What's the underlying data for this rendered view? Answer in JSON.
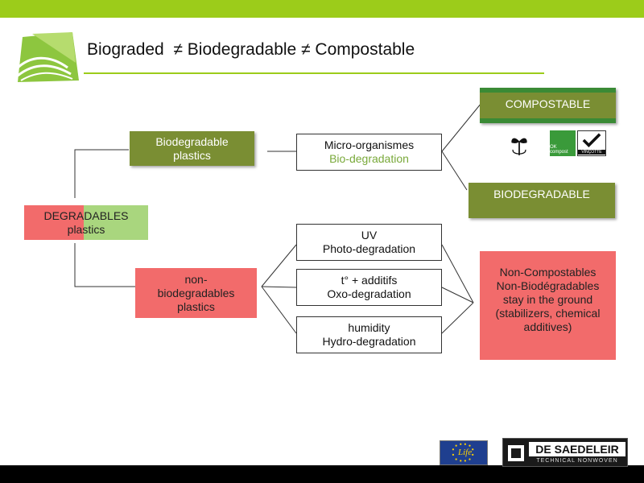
{
  "header": {
    "title": "Biograded  ≠ Biodegradable ≠ Compostable"
  },
  "nodes": {
    "degradables": {
      "line1": "DEGRADABLES",
      "line2": "plastics"
    },
    "biodegradable_plastics": {
      "line1": "Biodegradable",
      "line2": "plastics"
    },
    "non_biodegradables": {
      "line1": "non-",
      "line2": "biodegradables",
      "line3": "plastics"
    },
    "micro_organismes": {
      "line1": "Micro-organismes",
      "line2": "Bio-degradation"
    },
    "uv": {
      "line1": "UV",
      "line2": "Photo-degradation"
    },
    "oxo": {
      "line1": "t° + additifs",
      "line2": "Oxo-degradation"
    },
    "hydro": {
      "line1": "humidity",
      "line2": "Hydro-degradation"
    },
    "compostable": {
      "label": "COMPOSTABLE"
    },
    "biodegradable": {
      "label": "BIODEGRADABLE"
    },
    "non_compostables": {
      "line1": "Non-Compostables",
      "line2": "Non-Biodégradables",
      "line3": "stay in the ground",
      "line4": "(stabilizers, chemical",
      "line5": "additives)"
    }
  },
  "certification_marks": {
    "seedling_icon": "seedling-logo-icon",
    "ok_compost_text": "OK compost",
    "vincotte_text": "VINÇOTTE"
  },
  "footer": {
    "eu_life_text": "Life",
    "brand_name": "DE SAEDELEIR",
    "brand_tagline": "TECHNICAL NONWOVEN"
  },
  "colors": {
    "accent_green": "#9ccc1a",
    "olive": "#7a8e33",
    "red": "#f26b6b",
    "light_green": "#a9d67e"
  }
}
